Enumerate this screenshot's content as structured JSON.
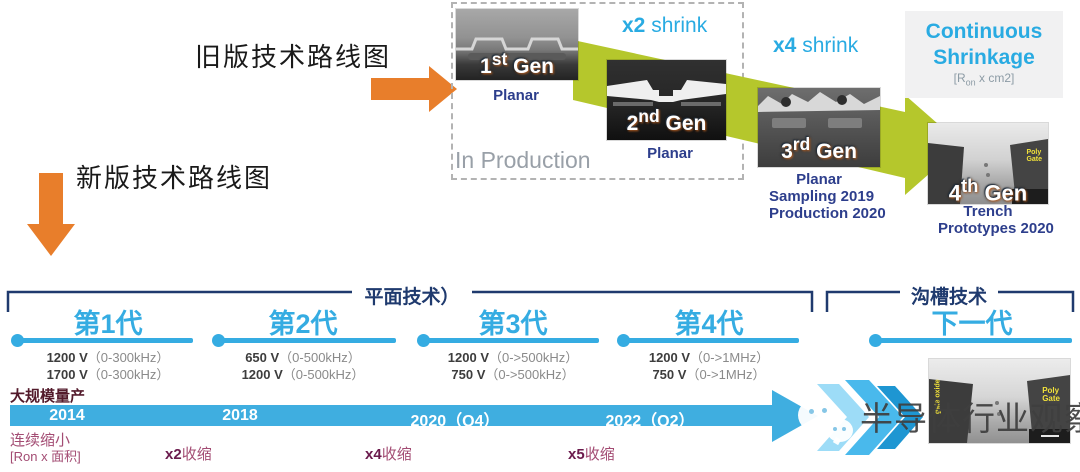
{
  "labels": {
    "old_roadmap": "旧版技术路线图",
    "new_roadmap": "新版技术路线图"
  },
  "top": {
    "in_production": "In Production",
    "shrink_x2": {
      "mult": "x2",
      "word": " shrink"
    },
    "shrink_x4": {
      "mult": "x4",
      "word": " shrink"
    },
    "continuous": {
      "line1": "Continuous",
      "line2": "Shrinkage",
      "sub_pre": "[R",
      "sub": "on",
      "sub_post": " x cm2]"
    },
    "gens": [
      {
        "num": "1",
        "sup": "st",
        "word": " Gen",
        "caption1": "Planar"
      },
      {
        "num": "2",
        "sup": "nd",
        "word": " Gen",
        "caption1": "Planar"
      },
      {
        "num": "3",
        "sup": "rd",
        "word": " Gen",
        "caption1": "Planar",
        "caption2": "Sampling 2019",
        "caption3": "Production 2020"
      },
      {
        "num": "4",
        "sup": "th",
        "word": " Gen",
        "caption1": "Trench",
        "caption2": "Prototypes 2020"
      }
    ],
    "sem_labels": {
      "poly_gate": "Poly\nGate",
      "gate_oxide": "gate oxide"
    }
  },
  "timeline": {
    "planar_bracket": "平面技术）",
    "trench_bracket": "沟槽技术",
    "generations": [
      {
        "label": "第1代",
        "specs": [
          {
            "v": "1200 V",
            "f": "（0-300kHz）"
          },
          {
            "v": "1700 V",
            "f": "（0-300kHz）"
          }
        ]
      },
      {
        "label": "第2代",
        "specs": [
          {
            "v": "650 V",
            "f": "（0-500kHz）"
          },
          {
            "v": "1200 V",
            "f": "（0-500kHz）"
          }
        ]
      },
      {
        "label": "第3代",
        "specs": [
          {
            "v": "1200 V",
            "f": "（0->500kHz）"
          },
          {
            "v": "750 V",
            "f": "（0->500kHz）"
          }
        ]
      },
      {
        "label": "第4代",
        "specs": [
          {
            "v": "1200 V",
            "f": "（0->1MHz）"
          },
          {
            "v": "750 V",
            "f": "（0->1MHz）"
          }
        ]
      },
      {
        "label": "下一代",
        "specs": []
      }
    ],
    "mass_production": "大规模量产",
    "years": [
      "2014",
      "2018",
      "2020（Q4）",
      "2022（Q2）"
    ],
    "shrink_notes": {
      "continuous_line1": "连续缩小",
      "continuous_line2": "[Ron x 面积]",
      "x2": {
        "mult": "x2",
        "word": "收缩"
      },
      "x4": {
        "mult": "x4",
        "word": "收缩"
      },
      "x5": {
        "mult": "x5",
        "word": "收缩"
      }
    }
  },
  "watermark": {
    "text": "半导体行业观察"
  },
  "colors": {
    "accent_blue": "#35ACE2",
    "light_blue_text": "#29ABE2",
    "navy": "#1F3A6E",
    "caption_navy": "#2D3E8C",
    "orange": "#E87E2B",
    "green_arrow": "#B5C72C",
    "maroon": "#A34C73",
    "dark_maroon": "#6B1B4D",
    "mass_maroon": "#531A2B",
    "gray_text": "#99A0A8"
  }
}
